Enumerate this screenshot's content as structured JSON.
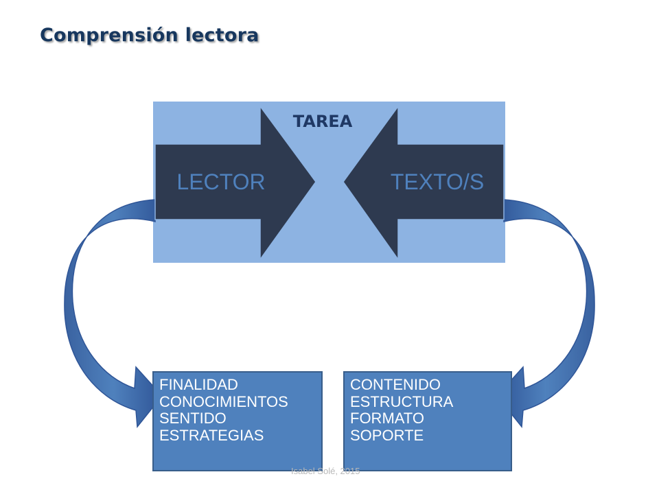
{
  "slide": {
    "title": "Comprensión lectora"
  },
  "diagram": {
    "center_label": "TAREA",
    "left_arrow_label": "LECTOR",
    "right_arrow_label": "TEXTO/S",
    "left_box": {
      "items": [
        "FINALIDAD",
        "CONOCIMIENTOS",
        "SENTIDO",
        "ESTRATEGIAS"
      ]
    },
    "right_box": {
      "items": [
        "CONTENIDO",
        "ESTRUCTURA",
        "FORMATO",
        "SOPORTE"
      ]
    }
  },
  "footer": {
    "credit": "Isabel Solé, 2015"
  },
  "colors": {
    "background_panel": "#8db3e2",
    "arrow_fill": "#2e3a50",
    "arrow_text": "#4f81bd",
    "box_fill": "#4f81bd",
    "curved_arrow": "#4f81bd",
    "title": "#17375e"
  }
}
